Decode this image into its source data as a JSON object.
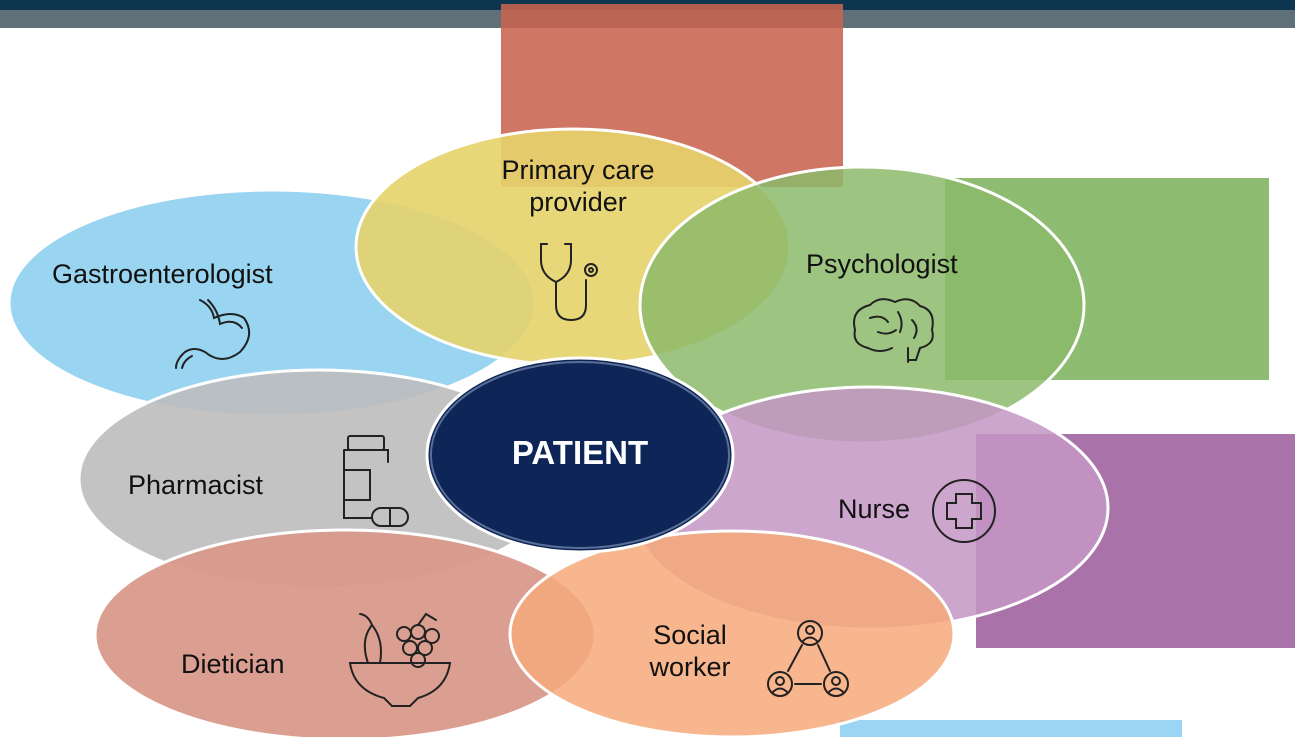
{
  "center": {
    "label": "PATIENT",
    "color": "#0d2557"
  },
  "roles": [
    {
      "id": "primary-care",
      "label_line1": "Primary care",
      "label_line2": "provider",
      "icon": "stethoscope-icon",
      "color": "#e6d36a"
    },
    {
      "id": "gastro",
      "label": "Gastroenterologist",
      "icon": "stomach-icon",
      "color": "#93d3f0"
    },
    {
      "id": "psych",
      "label": "Psychologist",
      "icon": "brain-icon",
      "color": "#8cba6a"
    },
    {
      "id": "pharm",
      "label": "Pharmacist",
      "icon": "pill-bottle-icon",
      "color": "#bdbdbd"
    },
    {
      "id": "nurse",
      "label": "Nurse",
      "icon": "medical-cross-icon",
      "color": "#c497c6"
    },
    {
      "id": "diet",
      "label": "Dietician",
      "icon": "fruit-bowl-icon",
      "color": "#d99a8b"
    },
    {
      "id": "social",
      "label_line1": "Social",
      "label_line2": "worker",
      "icon": "people-network-icon",
      "color": "#f6a97a"
    }
  ]
}
